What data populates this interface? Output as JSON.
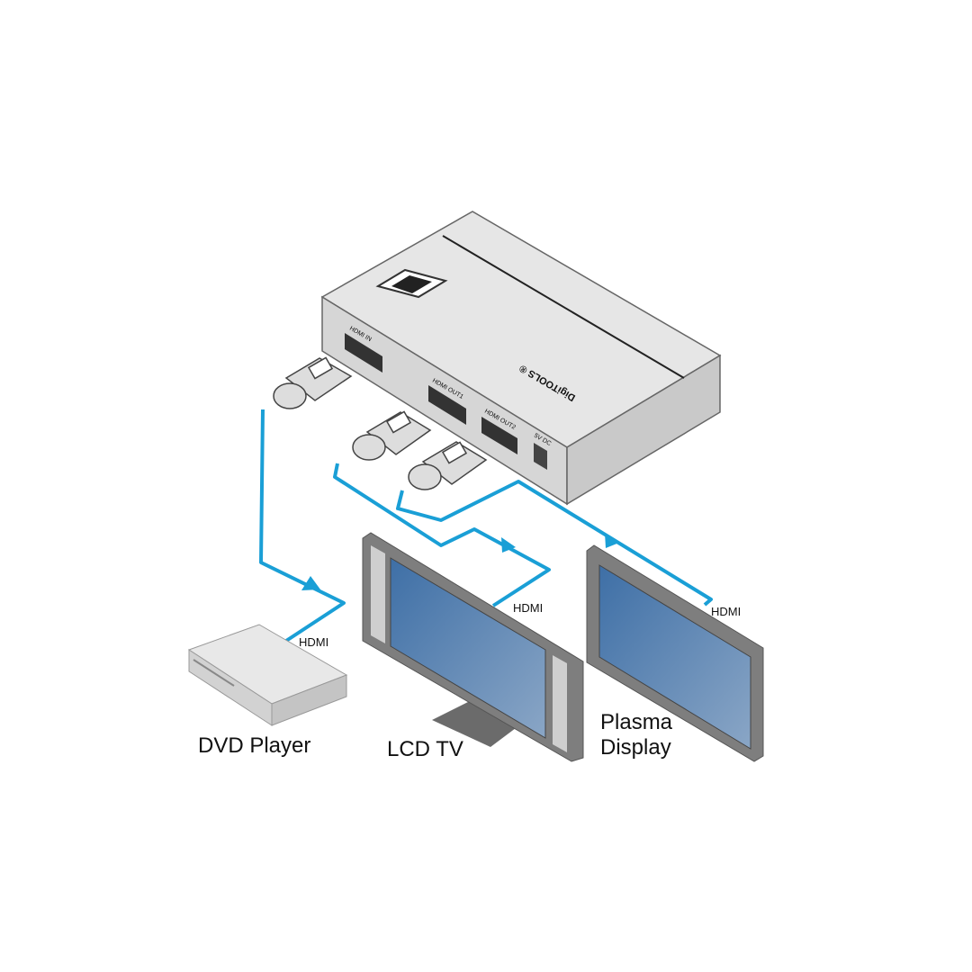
{
  "device": {
    "brand": "DigiTOOLS ®",
    "ports": {
      "hdmi_in": "HDMI IN",
      "hdmi_out1": "HDMI OUT1",
      "hdmi_out2": "HDMI OUT2",
      "power": "5V DC"
    }
  },
  "cables": {
    "dvd": "HDMI",
    "lcd": "HDMI",
    "plasma": "HDMI"
  },
  "devices": {
    "dvd": "DVD Player",
    "lcd": "LCD TV",
    "plasma_line1": "Plasma",
    "plasma_line2": "Display"
  },
  "colors": {
    "cable": "#1a9fd6",
    "body": "#e4e4e4",
    "screen": "#5f86b3",
    "frame": "#808080"
  }
}
